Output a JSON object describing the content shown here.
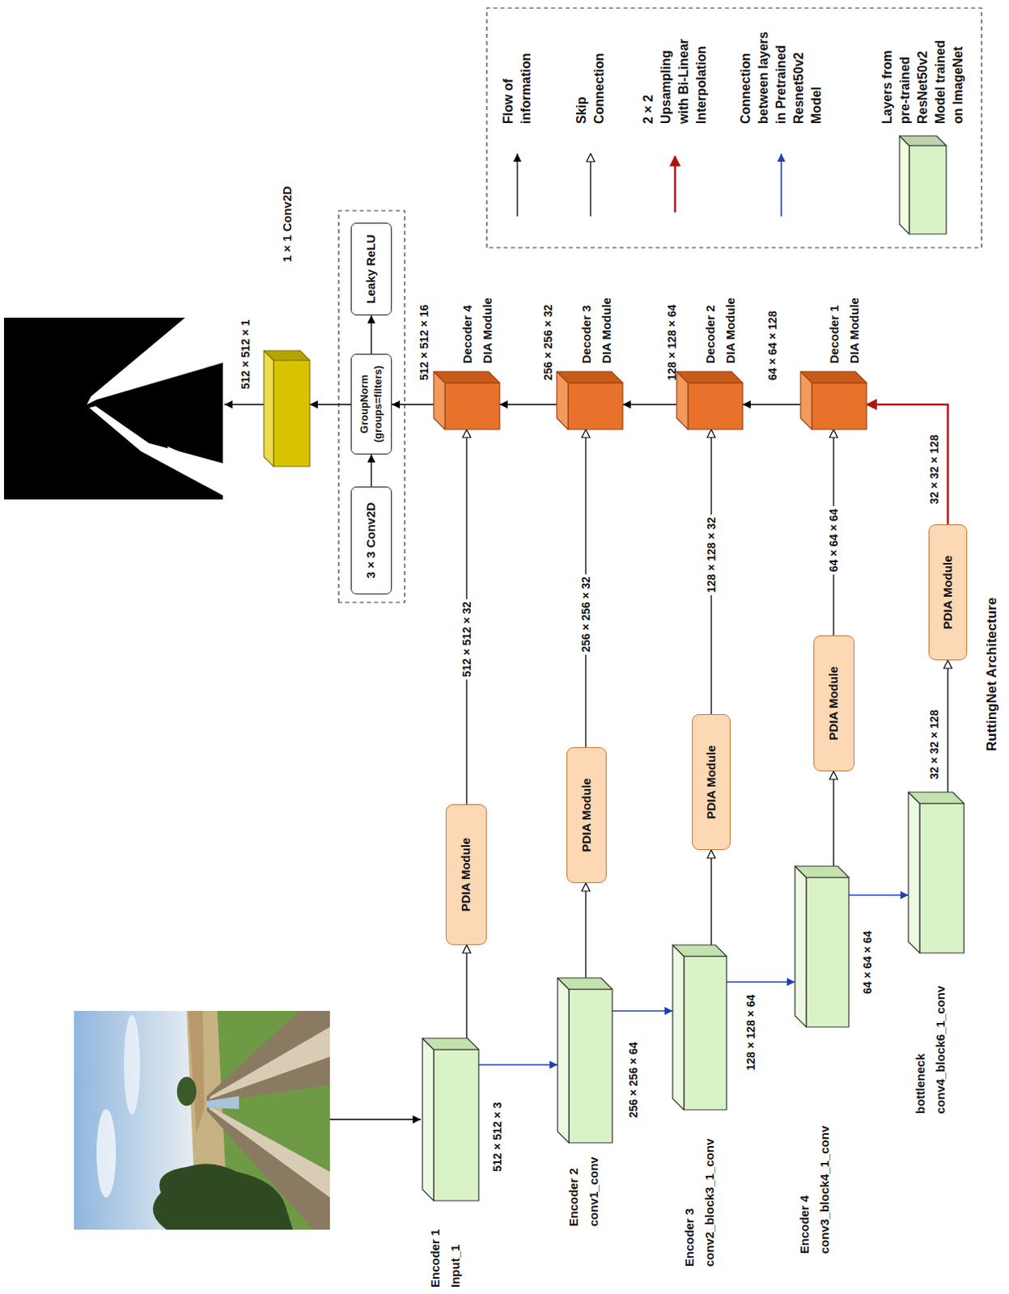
{
  "diagram": {
    "caption": "RuttingNet Architecture",
    "nodes": [
      {
        "text": [
          "Encoder 1",
          "Input_1"
        ]
      },
      {
        "text": [
          "Encoder 2",
          "conv1_conv"
        ]
      },
      {
        "text": [
          "Encoder 3",
          "conv2_block3_1_conv"
        ]
      },
      {
        "text": [
          "Encoder 4",
          "conv3_block4_1_conv"
        ]
      },
      {
        "text": [
          "bottleneck",
          "conv4_block6_1_conv"
        ]
      },
      {
        "text": [
          "PDIA Module"
        ]
      },
      {
        "text": [
          "PDIA Module"
        ]
      },
      {
        "text": [
          "PDIA Module"
        ]
      },
      {
        "text": [
          "PDIA Module"
        ]
      },
      {
        "text": [
          "PDIA Module"
        ]
      },
      {
        "text": [
          "Decoder 1",
          "DIA Module"
        ]
      },
      {
        "text": [
          "Decoder 2",
          "DIA Module"
        ]
      },
      {
        "text": [
          "Decoder 3",
          "DIA Module"
        ]
      },
      {
        "text": [
          "Decoder 4",
          "DIA Module"
        ]
      },
      {
        "text": [
          "3 × 3 Conv2D"
        ]
      },
      {
        "text": [
          "GroupNorm (groups=filters)"
        ]
      },
      {
        "text": [
          "Leaky ReLU"
        ]
      },
      {
        "text": [
          "1 × 1 Conv2D"
        ]
      }
    ],
    "edges": [
      {
        "from": 0,
        "to": 1,
        "arrow": "to"
      },
      {
        "from": 1,
        "to": 2,
        "arrow": "to"
      },
      {
        "from": 2,
        "to": 3,
        "arrow": "to"
      },
      {
        "from": 3,
        "to": 4,
        "arrow": "to"
      },
      {
        "from": 0,
        "to": 5,
        "arrow": "to"
      },
      {
        "from": 1,
        "to": 6,
        "arrow": "to"
      },
      {
        "from": 2,
        "to": 7,
        "arrow": "to"
      },
      {
        "from": 3,
        "to": 8,
        "arrow": "to"
      },
      {
        "from": 4,
        "to": 9,
        "label": "32 × 32 × 128",
        "arrow": "to"
      },
      {
        "from": 5,
        "to": 13,
        "label": "512 × 512 × 32",
        "arrow": "to"
      },
      {
        "from": 6,
        "to": 12,
        "label": "256 × 256 × 32",
        "arrow": "to"
      },
      {
        "from": 7,
        "to": 11,
        "label": "128 × 128 × 32",
        "arrow": "to"
      },
      {
        "from": 8,
        "to": 10,
        "label": "64 × 64 × 64",
        "arrow": "to"
      },
      {
        "from": 9,
        "to": 10,
        "label": "32 × 32 × 128",
        "arrow": "to"
      },
      {
        "from": 10,
        "to": 11,
        "label": "64 × 64 × 128",
        "arrow": "to"
      },
      {
        "from": 11,
        "to": 12,
        "label": "128 × 128 × 64",
        "arrow": "to"
      },
      {
        "from": 12,
        "to": 13,
        "label": "256 × 256 × 32",
        "arrow": "to"
      },
      {
        "from": 13,
        "to": 15,
        "label": "512 × 512 × 16",
        "arrow": "to"
      },
      {
        "from": 14,
        "to": 15,
        "arrow": "to"
      },
      {
        "from": 15,
        "to": 16,
        "arrow": "to"
      },
      {
        "from": 15,
        "to": 17,
        "arrow": "to"
      }
    ],
    "labels": [
      "512 × 512 × 3",
      "256 × 256 × 64",
      "128 × 128 × 64",
      "64 × 64 × 64",
      "512 × 512 × 1"
    ],
    "legend": [
      {
        "text": "Flow of information"
      },
      {
        "text": "Skip Connection"
      },
      {
        "text": "2 × 2 Upsampling with Bi-Linear Interpolation"
      },
      {
        "text": "Connection between layers in Pretrained Resnet50v2 Model"
      },
      {
        "text": "Layers from pre-trained ResNet50v2 Model trained on ImageNet",
        "color": "#d9f2c6"
      }
    ]
  }
}
